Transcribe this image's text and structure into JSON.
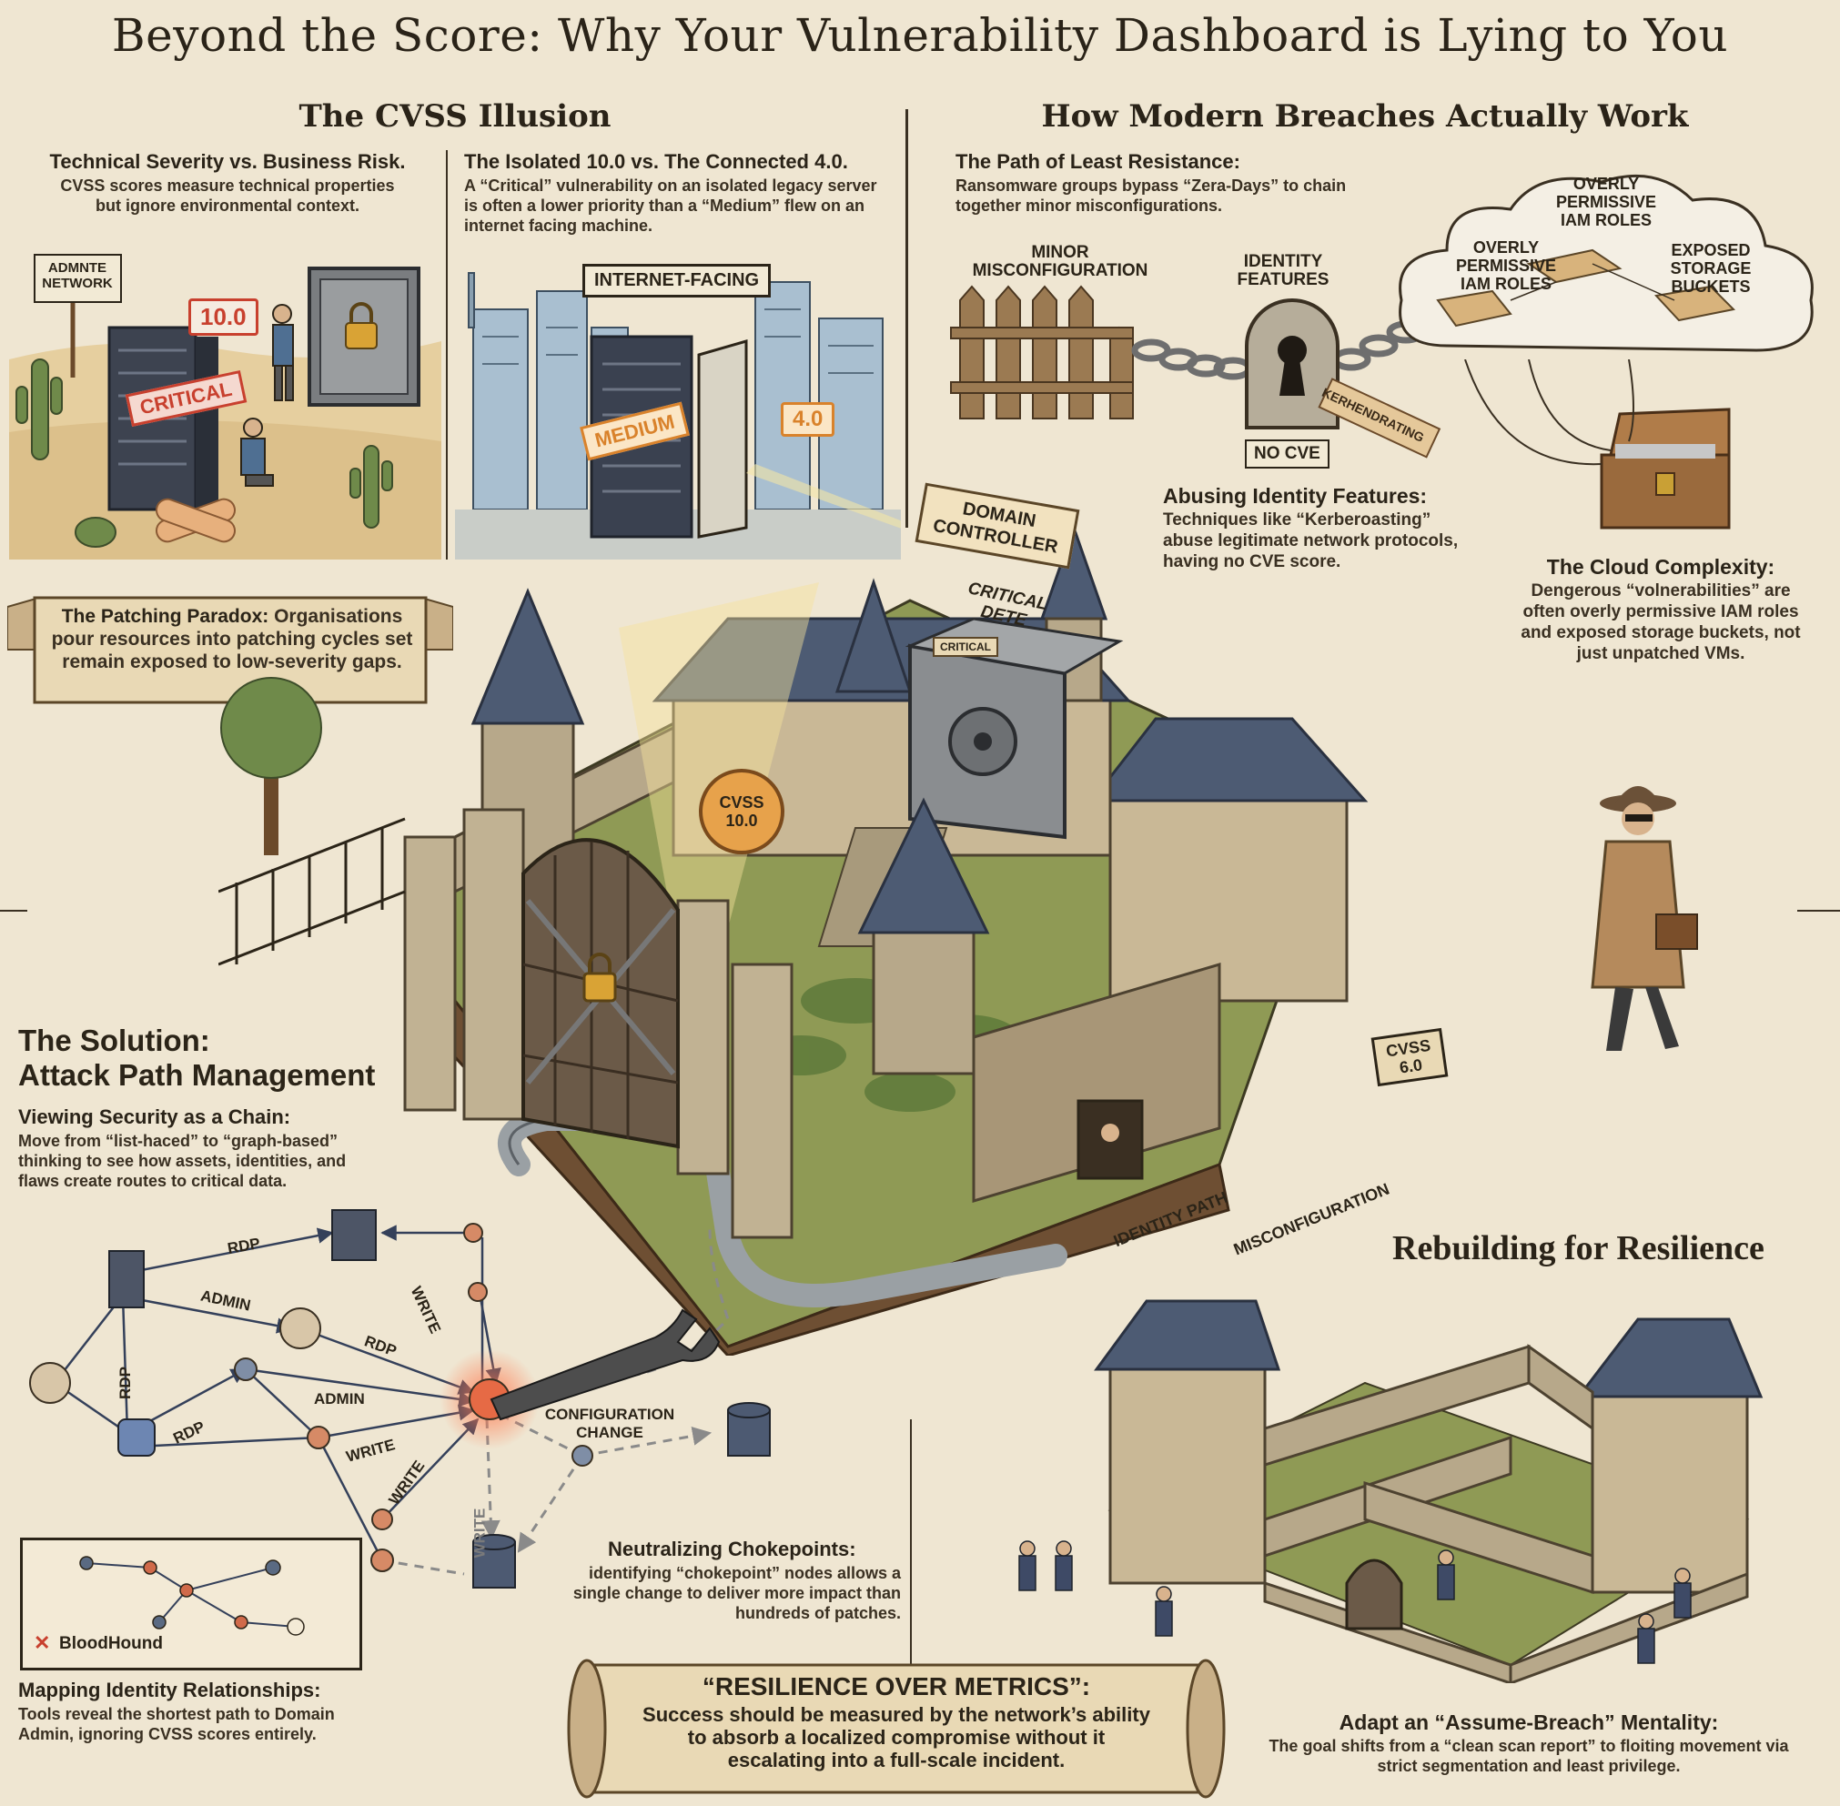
{
  "page": {
    "title": "Beyond the Score: Why Your Vulnerability Dashboard is Lying to You"
  },
  "cvss_illusion": {
    "heading": "The CVSS Illusion",
    "col1_title": "Technical Severity vs. Business Risk.",
    "col1_body": "CVSS scores measure technical properties but ignore environmental context.",
    "col2_title": "The Isolated 10.0 vs. The Connected 4.0.",
    "col2_body": "A “Critical” vulnerability on an isolated legacy server is often a lower priority than a “Medium” flew on an internet facing machine.",
    "sign_admin": "ADMNTE NETWORK",
    "score_10": "10.0",
    "critical_tag": "CRITICAL",
    "internet_facing": "INTERNET-FACING",
    "medium_tag": "MEDIUM",
    "score_4": "4.0"
  },
  "patching": {
    "lead": "The Patching Paradox:",
    "body": "Organisations pour resources into patching cycles set remain exposed to low-severity gaps."
  },
  "breaches": {
    "heading": "How Modern Breaches Actually Work",
    "path_title": "The Path of Least Resistance:",
    "path_body": "Ransomware groups bypass “Zera-Days” to chain together minor misconfigurations.",
    "minor_misconfig": "MINOR MISCONFIGURATION",
    "identity_features": "IDENTITY FEATURES",
    "no_cve": "NO CVE",
    "kerb_tag": "KERHENDRATING",
    "iam_roles_top": "OVERLY PERMISSIVE IAM ROLES",
    "iam_roles_left": "OVERLY PERMISSIVE IAM ROLES",
    "storage_buckets": "EXPOSED STORAGE BUCKETS",
    "abuse_title": "Abusing Identity Features:",
    "abuse_body": "Techniques like “Kerberoasting” abuse legitimate network protocols, having no CVE score.",
    "cloud_title": "The Cloud Complexity:",
    "cloud_body": "Dengerous “volnerabilities” are often overly permissive IAM roles and exposed storage buckets, not just unpatched VMs."
  },
  "castle": {
    "domain_controller": "DOMAIN CONTROLLER",
    "critical_data": "CRITICAL DETE",
    "vault_plate": "CRITICAL",
    "cvss_gate": "CVSS 10.0",
    "cvss_window": "CVSS 6.0",
    "identity_path": "IDENTITY PATH",
    "misconfiguration": "MISCONFIGURATION"
  },
  "solution": {
    "heading_line1": "The Solution:",
    "heading_line2": "Attack Path Management",
    "chain_title": "Viewing Security as a Chain:",
    "chain_body": "Move from “list-haced” to “graph-based” thinking to see how assets, identities, and flaws create routes to critical data.",
    "edge_rdp": "RDP",
    "edge_admin": "ADMIN",
    "edge_write": "WRITE",
    "config_change": "CONFIGURATION CHANGE",
    "bloodhound": "BloodHound",
    "mapping_title": "Mapping Identity Relationships:",
    "mapping_body": "Tools reveal the shortest path to Domain Admin, ignoring CVSS scores entirely.",
    "chokepoint_title": "Neutralizing Chokepoints:",
    "chokepoint_body": "identifying “chokepoint” nodes allows a single change to deliver more impact than hundreds of patches."
  },
  "resilience": {
    "quote_title": "“RESILIENCE OVER METRICS”:",
    "quote_body": "Success should be measured by the network’s ability to absorb a localized compromise without it escalating into a full-scale incident.",
    "heading": "Rebuilding for Resilience",
    "breach_title": "Adapt an “Assume-Breach” Mentality:",
    "breach_body": "The goal shifts from a “clean scan report” to floiting movement via strict segmentation and least privilege."
  },
  "colors": {
    "paper": "#efe6d2",
    "ink": "#2b2418",
    "red_tag": "#c8402e",
    "orange_tag": "#d9822b",
    "slate_roof": "#4d5b73",
    "stone": "#b7a88a",
    "grass": "#7d8f45"
  }
}
